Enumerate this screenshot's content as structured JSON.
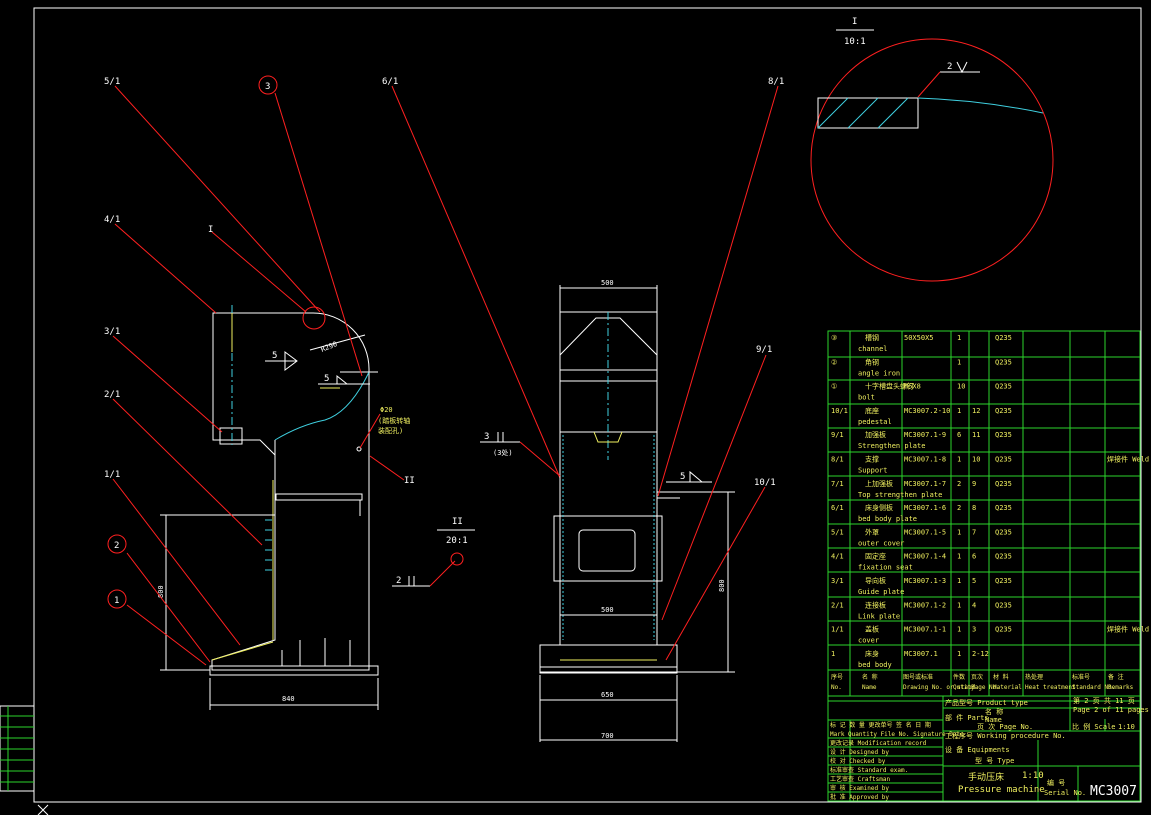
{
  "drawing": {
    "callouts": [
      "5/1",
      "4/1",
      "3/1",
      "2/1",
      "1/1",
      "6/1",
      "8/1",
      "9/1",
      "10/1"
    ],
    "balloons": [
      "3",
      "2",
      "1"
    ],
    "section_marks": {
      "I": "I",
      "II": "II"
    },
    "detail_I": {
      "label": "I",
      "scale": "10:1",
      "weld": "2"
    },
    "detail_II": {
      "label": "II",
      "scale": "20:1",
      "weld": "2"
    },
    "side_view": {
      "dim_width": "840",
      "dim_height": "800",
      "dim_radius": "R290",
      "weld_1": "5",
      "weld_2": "5",
      "hole_note": [
        "Φ20",
        "(踏板转轴",
        "装配孔)"
      ]
    },
    "front_view": {
      "dim_top": "500",
      "dim_mid": "500",
      "dim_base": "650",
      "dim_total": "700",
      "dim_height": "800",
      "weld_left": "3",
      "weld_left_note": "(3处)",
      "weld_right": "5"
    }
  },
  "bom": {
    "rows": [
      {
        "no": "③",
        "name_cn": "槽钢",
        "name_en": "channel",
        "drawing": "50X50X5",
        "qty": "1",
        "page": "",
        "material": "Q235",
        "remark": ""
      },
      {
        "no": "②",
        "name_cn": "角钢",
        "name_en": "angle iron",
        "drawing": "",
        "qty": "1",
        "page": "",
        "material": "Q235",
        "remark": ""
      },
      {
        "no": "①",
        "name_cn": "十字槽盘头螺钉",
        "name_en": "bolt",
        "drawing": "M5X8",
        "qty": "10",
        "page": "",
        "material": "Q235",
        "remark": ""
      },
      {
        "no": "10/1",
        "name_cn": "底座",
        "name_en": "pedestal",
        "drawing": "MC3007.2-10",
        "qty": "1",
        "page": "12",
        "material": "Q235",
        "remark": ""
      },
      {
        "no": "9/1",
        "name_cn": "加强板",
        "name_en": "Strengthen plate",
        "drawing": "MC3007.1-9",
        "qty": "6",
        "page": "11",
        "material": "Q235",
        "remark": ""
      },
      {
        "no": "8/1",
        "name_cn": "支撑",
        "name_en": "Support",
        "drawing": "MC3007.1-8",
        "qty": "1",
        "page": "10",
        "material": "Q235",
        "remark": "焊接件 Weld parts"
      },
      {
        "no": "7/1",
        "name_cn": "上加强板",
        "name_en": "Top strengthen plate",
        "drawing": "MC3007.1-7",
        "qty": "2",
        "page": "9",
        "material": "Q235",
        "remark": ""
      },
      {
        "no": "6/1",
        "name_cn": "床身侧板",
        "name_en": "bed body plate",
        "drawing": "MC3007.1-6",
        "qty": "2",
        "page": "8",
        "material": "Q235",
        "remark": ""
      },
      {
        "no": "5/1",
        "name_cn": "外罩",
        "name_en": "outer cover",
        "drawing": "MC3007.1-5",
        "qty": "1",
        "page": "7",
        "material": "Q235",
        "remark": ""
      },
      {
        "no": "4/1",
        "name_cn": "固定座",
        "name_en": "fixation seat",
        "drawing": "MC3007.1-4",
        "qty": "1",
        "page": "6",
        "material": "Q235",
        "remark": ""
      },
      {
        "no": "3/1",
        "name_cn": "导向板",
        "name_en": "Guide plate",
        "drawing": "MC3007.1-3",
        "qty": "1",
        "page": "5",
        "material": "Q235",
        "remark": ""
      },
      {
        "no": "2/1",
        "name_cn": "连接板",
        "name_en": "Link plate",
        "drawing": "MC3007.1-2",
        "qty": "1",
        "page": "4",
        "material": "Q235",
        "remark": ""
      },
      {
        "no": "1/1",
        "name_cn": "盖板",
        "name_en": "cover",
        "drawing": "MC3007.1-1",
        "qty": "1",
        "page": "3",
        "material": "Q235",
        "remark": "焊接件 Weld parts"
      },
      {
        "no": "1",
        "name_cn": "床身",
        "name_en": "bed body",
        "drawing": "MC3007.1",
        "qty": "1",
        "page": "2-12",
        "material": "",
        "remark": ""
      }
    ],
    "headers": [
      {
        "cn": "序号",
        "en": "No."
      },
      {
        "cn": "名 称",
        "en": "Name"
      },
      {
        "cn": "图号或标准",
        "en": "Drawing No. or stand."
      },
      {
        "cn": "件数",
        "en": "Qutity"
      },
      {
        "cn": "页次",
        "en": "Page No."
      },
      {
        "cn": "材 料",
        "en": "Material"
      },
      {
        "cn": "热处理",
        "en": "Heat treatment"
      },
      {
        "cn": "标准号",
        "en": "Standard No."
      },
      {
        "cn": "备 注",
        "en": "Remarks"
      }
    ]
  },
  "title_block": {
    "product_type": "产品型号 Product type",
    "page_of": "第 2 页 共 11 页",
    "page_of_en": "Page 2 of 11 pages",
    "parts": "部 件 Parts",
    "name_cn": "名 称",
    "name_en": "Name",
    "page_no": "页 次 Page No.",
    "scale_label": "比 例 Scale",
    "scale": "1:10",
    "working_procedure": "工程序号 Working procedure No.",
    "equipments": "设 备 Equipments",
    "type": "型 号 Type",
    "product_cn": "手动压床",
    "product_en": "Pressure machine",
    "product_scale": "1:10",
    "serial_label_cn": "编 号",
    "serial_label_en": "Serial No.",
    "serial_no": "MC3007",
    "sign_rows": [
      "标 记  数 量  更改单号  签 名  日 期",
      "Mark  Quantity  File No.  Signature  Date",
      "更改记录 Modification record",
      "设 计 Designed by",
      "校 对 Checked by",
      "标准审查 Standard exam.",
      "工艺审查 Craftsman",
      "审 核 Examined by",
      "批 准 Approved by"
    ]
  },
  "colors": {
    "frame": "#ffffff",
    "leader": "#ff2020",
    "table": "#2bd52b",
    "text": "#f0f060",
    "center": "#3fd0e0"
  }
}
